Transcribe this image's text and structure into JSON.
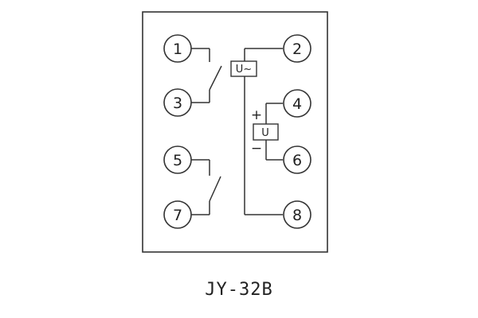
{
  "terminals": [
    "1",
    "2",
    "3",
    "4",
    "5",
    "6",
    "7",
    "8"
  ],
  "ac_coil_label": "U~",
  "dc_coil_label": "U",
  "plus_sign": "+",
  "minus_sign": "−",
  "model": "JY-32B"
}
